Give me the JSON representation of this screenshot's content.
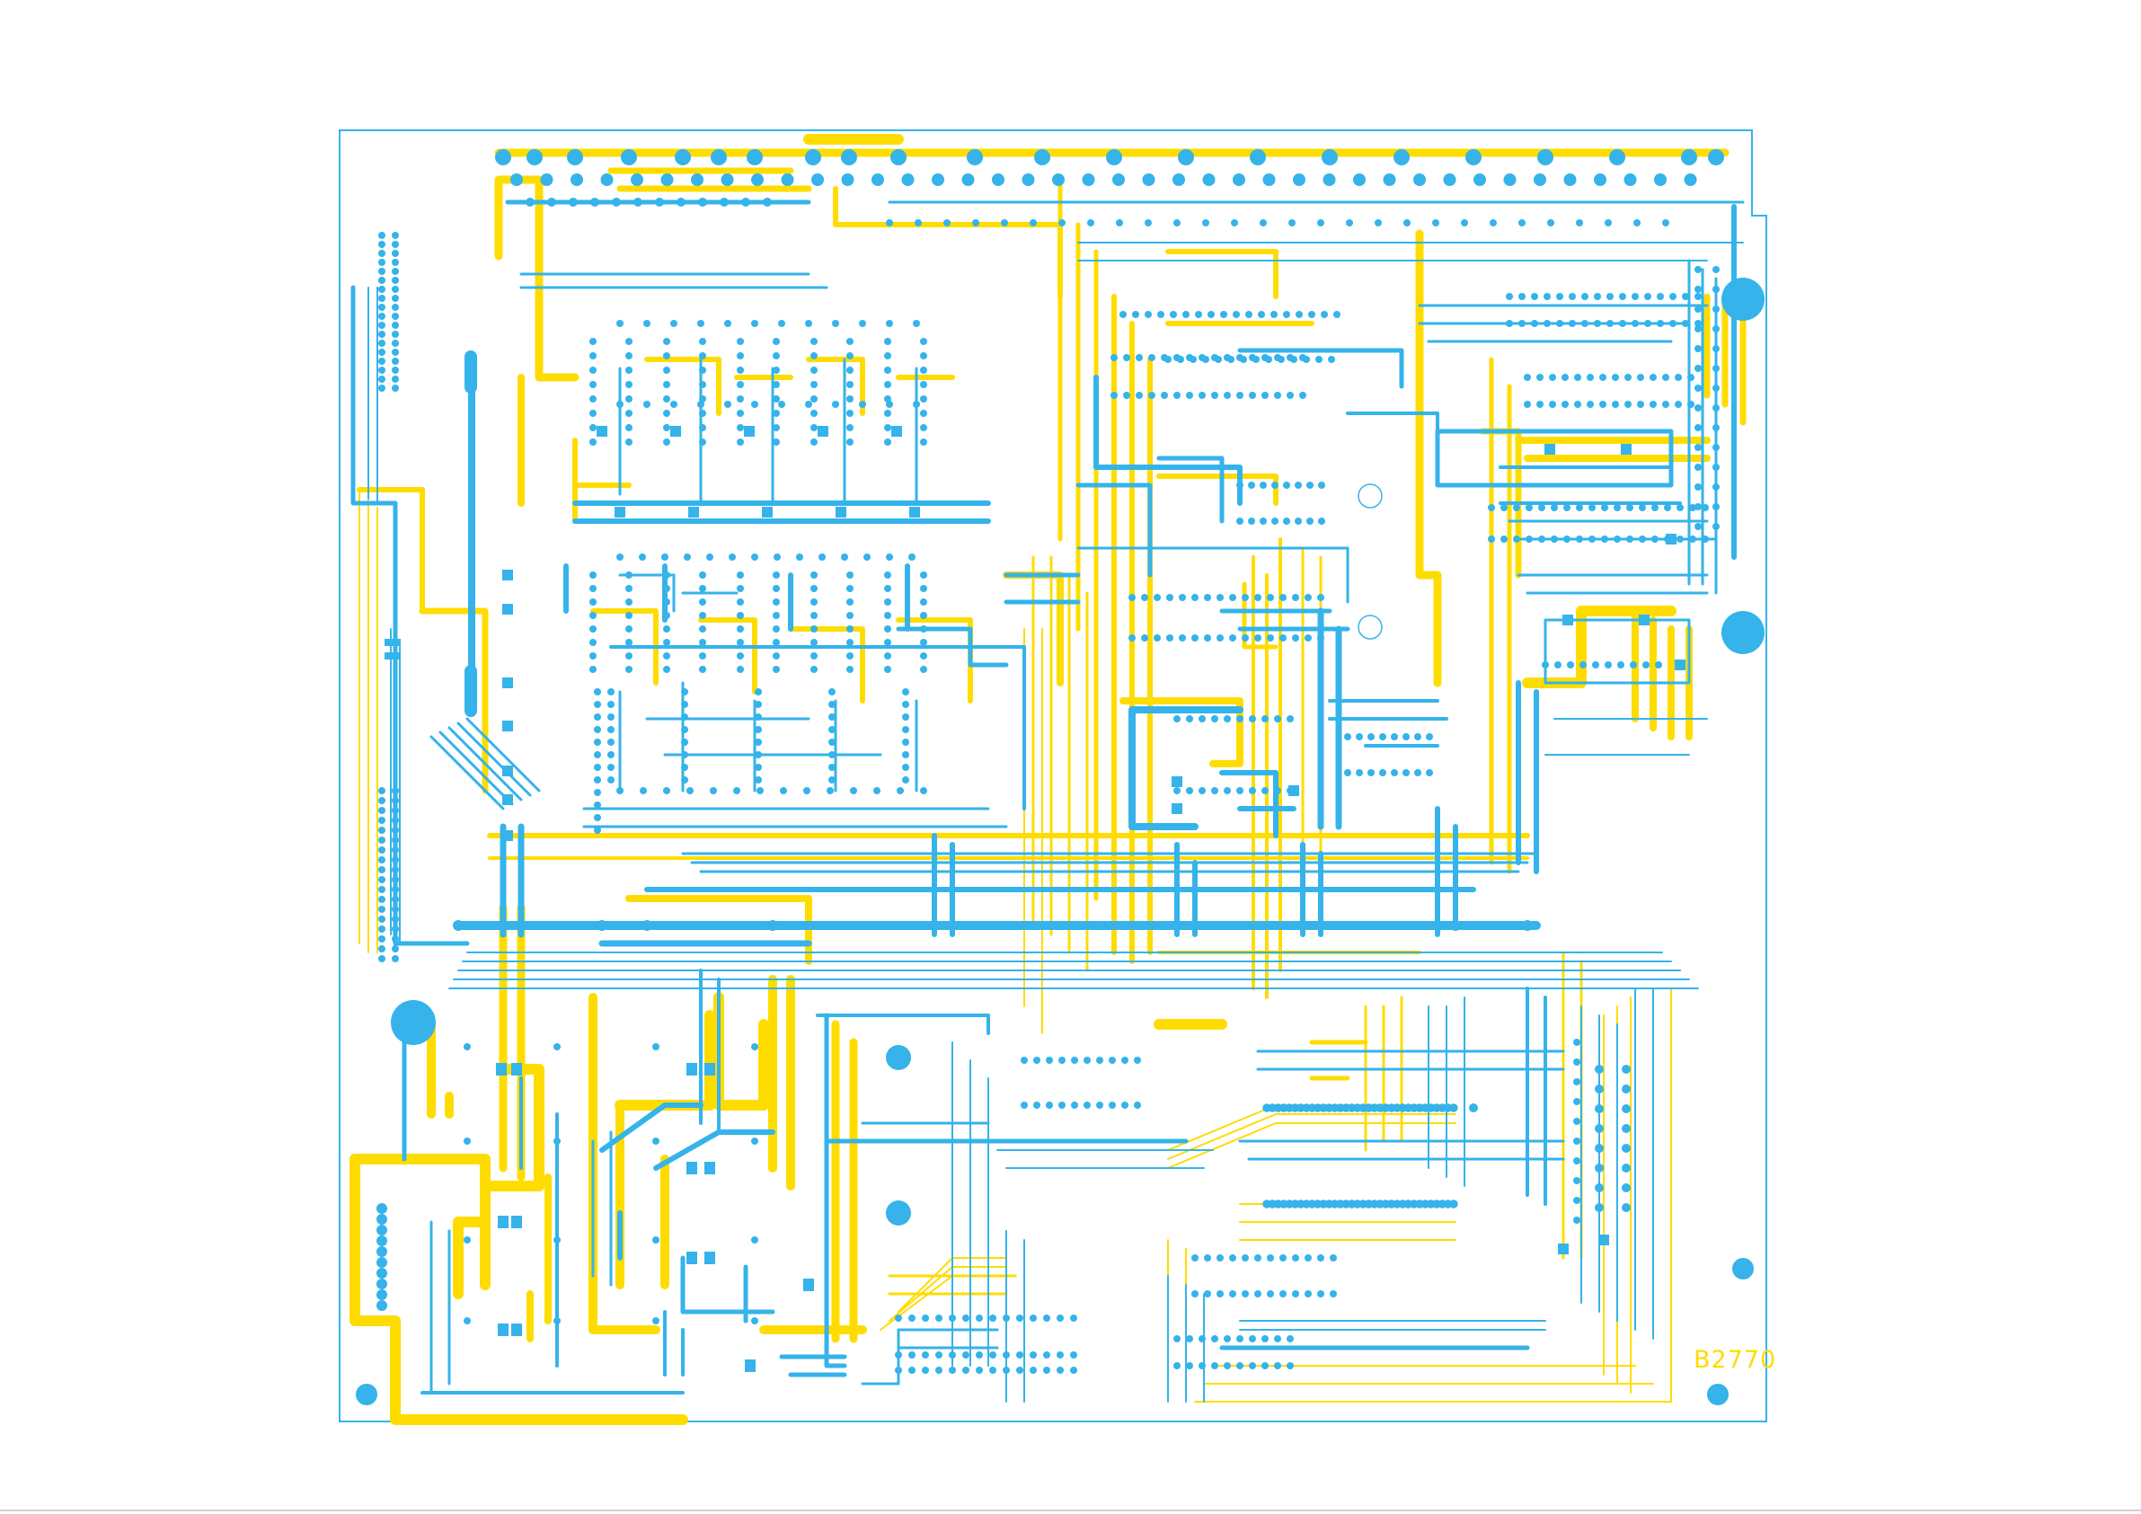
{
  "board": {
    "marking": "B2770",
    "colors": {
      "top_copper": "#35b3ea",
      "bottom_copper": "#ffdc00",
      "outline": "#35b3ea",
      "background": "#ffffff"
    }
  },
  "icons": {
    "mounting_hole": "filled-circle",
    "via": "small-circle",
    "pad": "square"
  }
}
